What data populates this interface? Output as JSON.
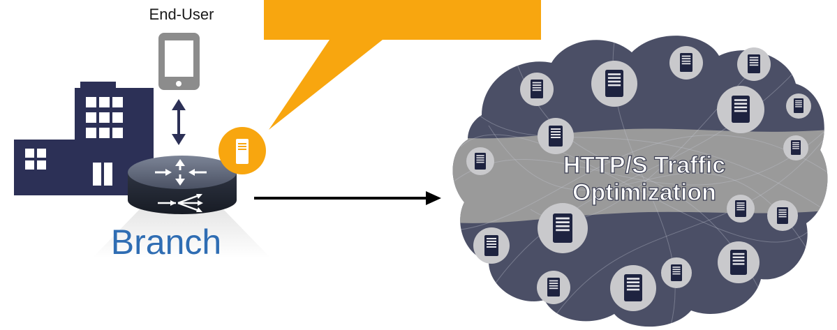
{
  "labels": {
    "end_user": "End-User",
    "branch": "Branch",
    "cloud_line1": "HTTP/S Traffic",
    "cloud_line2": "Optimization"
  },
  "colors": {
    "callout": "#f8a60f",
    "building": "#2c3056",
    "router": "#3a4152",
    "cloud": "#4b4f66",
    "band": "#9a9a9a",
    "server_disc": "#c9c9cc",
    "server": "#1e2340",
    "branch_text": "#2f6db3",
    "phone": "#8c8c8c",
    "arrow": "#000000"
  },
  "icons": [
    "building-icon",
    "smartphone-icon",
    "router-icon",
    "server-icon",
    "cloud-icon"
  ]
}
